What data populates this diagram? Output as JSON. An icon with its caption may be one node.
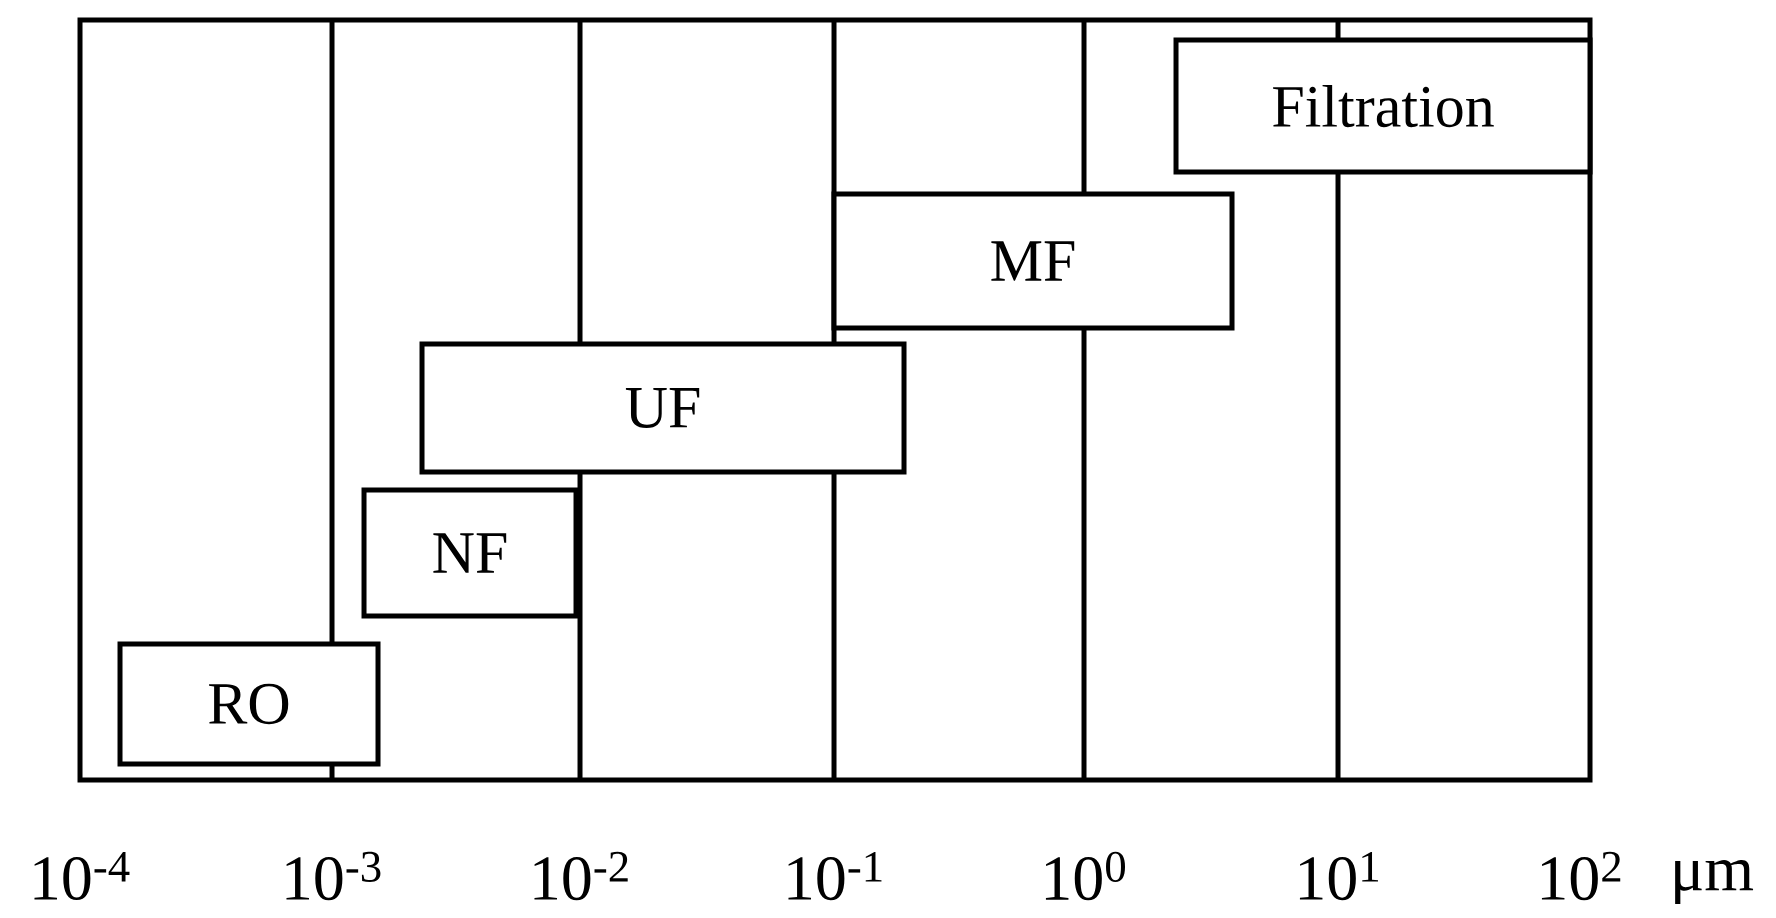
{
  "diagram": {
    "nodes": [
      {
        "text": [
          "Filtration"
        ]
      },
      {
        "text": [
          "MF"
        ]
      },
      {
        "text": [
          "UF"
        ]
      },
      {
        "text": [
          "NF"
        ]
      },
      {
        "text": [
          "RO"
        ]
      }
    ],
    "labels": [
      "10$^{-4}$",
      "10$^{-3}$",
      "10$^{-2}$",
      "10$^{-1}$",
      "10$^{0}$",
      "10$^{1}$",
      "10$^{2}$",
      "μm"
    ]
  }
}
